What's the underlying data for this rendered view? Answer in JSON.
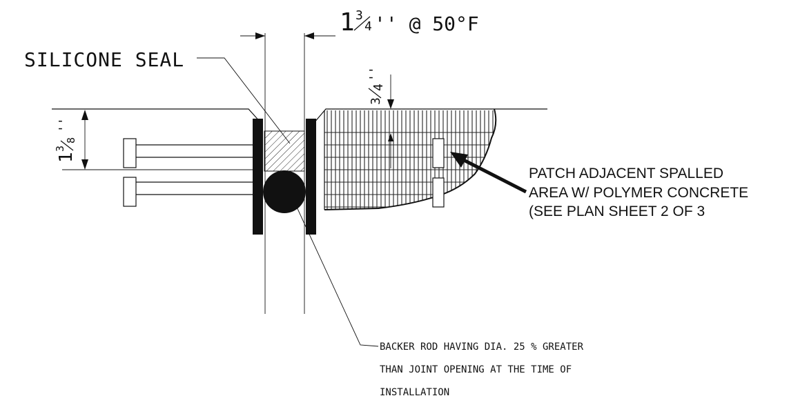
{
  "labels": {
    "joint_width_whole": "1",
    "joint_width_frac_num": "3",
    "joint_width_frac_den": "4",
    "joint_width_tail": "'' @ 50°F",
    "silicone_seal": "SILICONE SEAL",
    "recess_frac_num": "3",
    "recess_frac_den": "4",
    "recess_inch": "''",
    "seal_depth_whole": "1",
    "seal_depth_frac_num": "3",
    "seal_depth_frac_den": "8",
    "seal_depth_inch": "''",
    "patch_line1": "PATCH ADJACENT SPALLED",
    "patch_line2": "AREA W/ POLYMER CONCRETE",
    "patch_line3": "(SEE PLAN SHEET 2 OF 3",
    "backer_line1": "BACKER ROD HAVING DIA. 25 % GREATER",
    "backer_line2": "THAN JOINT OPENING AT THE TIME OF",
    "backer_line3": "INSTALLATION"
  },
  "colors": {
    "ink": "#111111",
    "paper": "#ffffff"
  }
}
